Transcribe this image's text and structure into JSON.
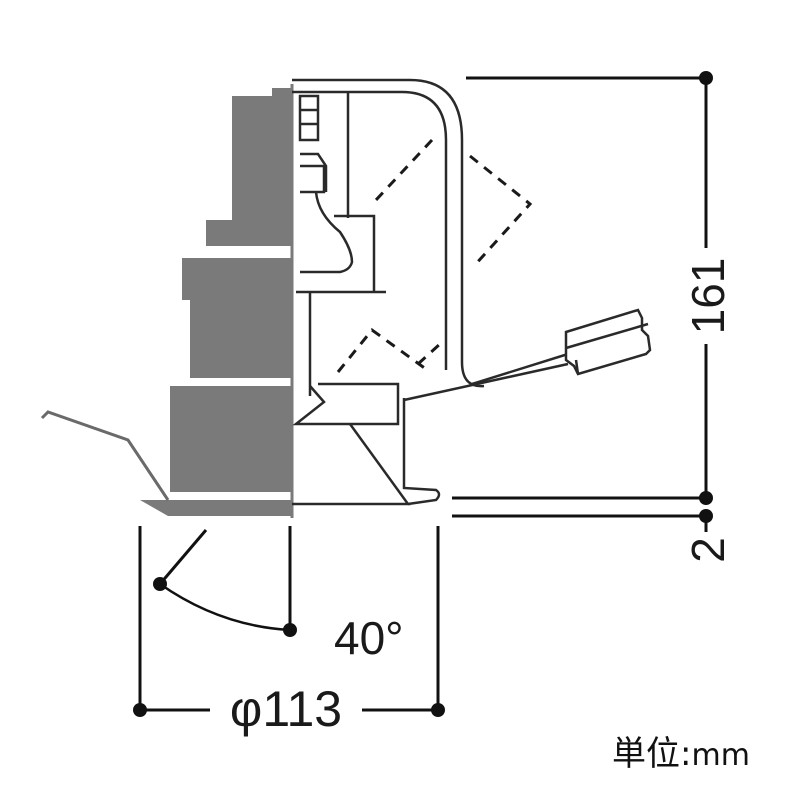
{
  "drawing": {
    "title": "Downlight side view with section",
    "colors": {
      "section_fill": "#7a7a7a",
      "line": "#2a2a2a",
      "dimension": "#111111",
      "background": "#ffffff"
    }
  },
  "dimensions": {
    "height": "161",
    "flange_thickness": "2",
    "diameter": "φ113",
    "tilt_angle": "40°"
  },
  "unit_label": {
    "prefix": "単位",
    "separator": ":",
    "unit": "mm"
  }
}
